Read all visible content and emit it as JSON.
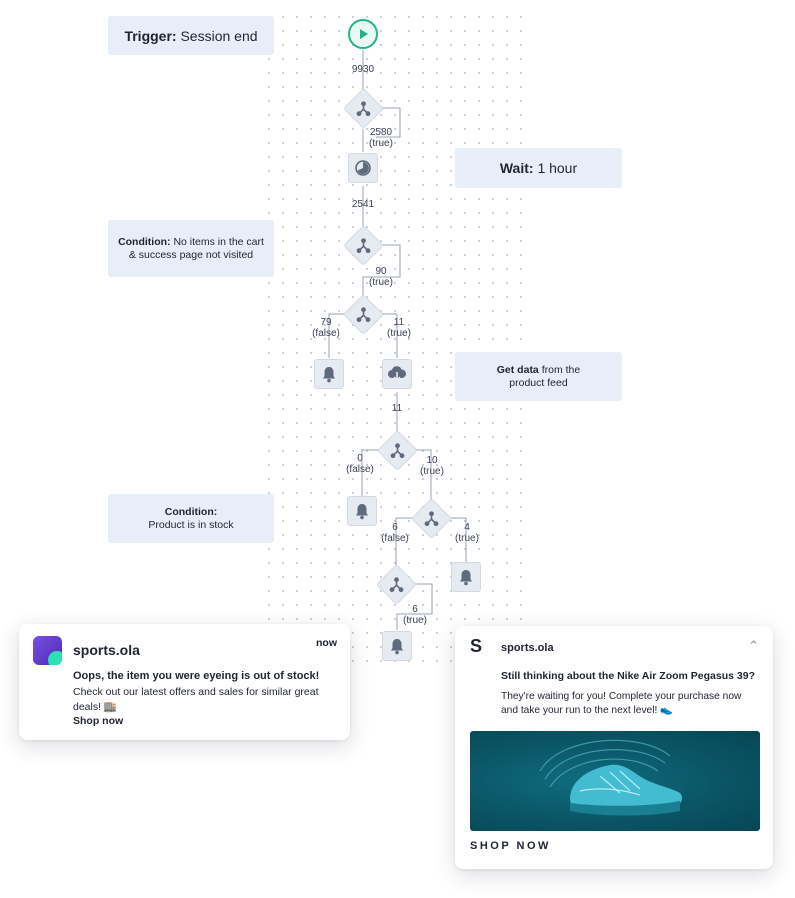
{
  "annotations": {
    "trigger": {
      "bold": "Trigger:",
      "text": "Session end"
    },
    "wait": {
      "bold": "Wait:",
      "text": "1 hour"
    },
    "condition_cart": {
      "bold": "Condition:",
      "text": "No items in the cart & success page not visited"
    },
    "get_data": {
      "bold": "Get data",
      "text": "from the product feed"
    },
    "condition_stock": {
      "bold": "Condition:",
      "text": "Product is in stock"
    }
  },
  "counts": {
    "c_start": "9930",
    "c_split1_true": "2580",
    "c_split1_true_lbl": "(true)",
    "c_after_wait": "2541",
    "c_split2_true": "90",
    "c_split2_true_lbl": "(true)",
    "c_split3_false": "79",
    "c_split3_false_lbl": "(false)",
    "c_split3_true": "11",
    "c_split3_true_lbl": "(true)",
    "c_after_data": "11",
    "c_split4_false": "0",
    "c_split4_false_lbl": "(false)",
    "c_split4_true": "10",
    "c_split4_true_lbl": "(true)",
    "c_split5_false": "6",
    "c_split5_false_lbl": "(false)",
    "c_split5_true": "4",
    "c_split5_true_lbl": "(true)",
    "c_split6_true": "6",
    "c_split6_true_lbl": "(true)"
  },
  "notification_1": {
    "app": "sports.ola",
    "time": "now",
    "title": "Oops, the item you were eyeing is out of stock!",
    "body": "Check out our latest offers and sales for similar great deals! 🏬",
    "cta": "Shop now",
    "logo_colors": [
      "#7b4ee4",
      "#2ee1b4"
    ]
  },
  "notification_2": {
    "logo_letter": "S",
    "app": "sports.ola",
    "chevron": "⌃",
    "title": "Still thinking about the Nike Air Zoom Pegasus 39?",
    "body": "They're waiting for you! Complete your purchase now and take your run to the next level! 👟",
    "cta": "SHOP NOW"
  },
  "colors": {
    "accent": "#21b38a",
    "annotation_bg": "#e8eef7",
    "node_bg": "#e6eaf1",
    "icon": "#5f6a7d"
  }
}
